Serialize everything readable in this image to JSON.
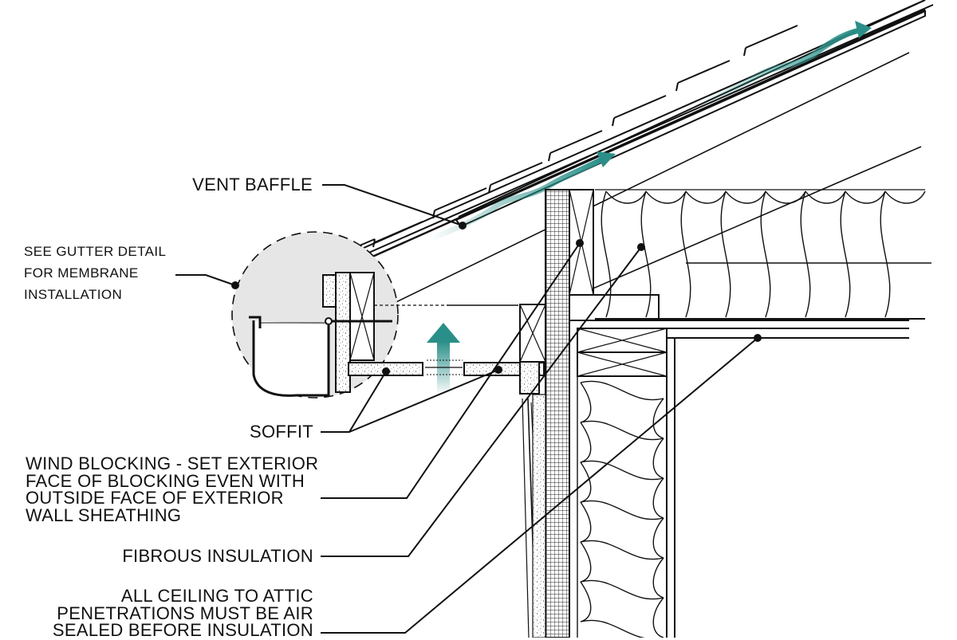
{
  "labels": {
    "vent_baffle": "VENT BAFFLE",
    "gutter_note": [
      "SEE GUTTER DETAIL",
      "FOR MEMBRANE",
      "INSTALLATION"
    ],
    "soffit": "SOFFIT",
    "wind_blocking": [
      "WIND BLOCKING - SET EXTERIOR",
      "FACE OF BLOCKING EVEN WITH",
      "OUTSIDE FACE OF EXTERIOR",
      "WALL SHEATHING"
    ],
    "fibrous_insulation": "FIBROUS INSULATION",
    "ceiling_note": [
      "ALL CEILING TO ATTIC",
      "PENETRATIONS MUST BE AIR",
      "SEALED BEFORE INSULATION"
    ]
  },
  "colors": {
    "airflow": "#2a8f88",
    "line": "#111111",
    "detail_circle": "#e6e6e6"
  },
  "icons": {
    "airflow_arrows": "teal-wavy-arrow-icon"
  }
}
